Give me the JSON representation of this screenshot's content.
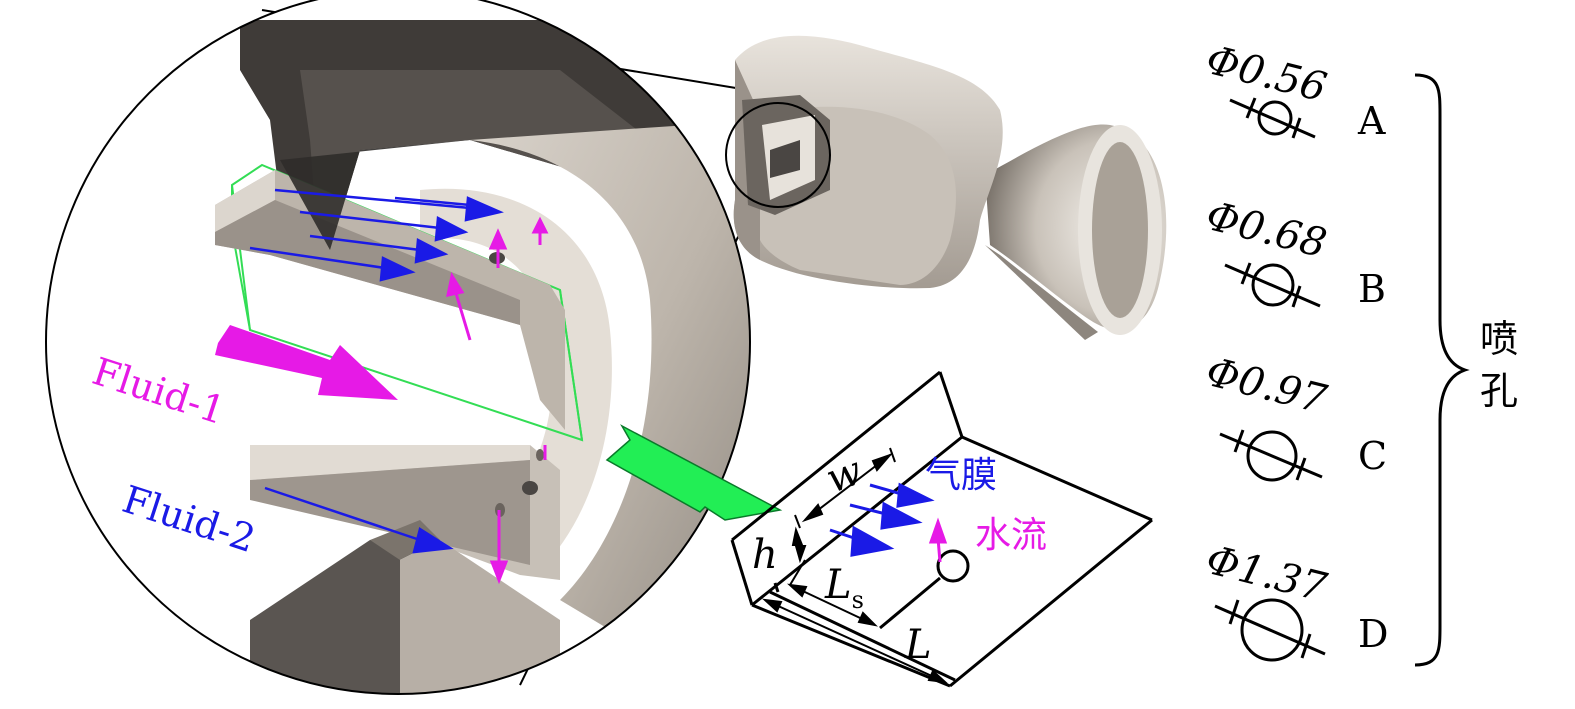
{
  "colors": {
    "fluid_1": "#e61ae6",
    "fluid_2": "#1a1ae6",
    "wireframe": "#33dd55",
    "callout_arrow": "#22ee55",
    "metal_light": "#cfc8bf",
    "metal_dark": "#4a4643"
  },
  "inlet_labels": {
    "fluid_1": "Fluid-1",
    "fluid_2": "Fluid-2"
  },
  "schematic": {
    "dim_w": "w",
    "dim_h": "h",
    "dim_Ls_main": "L",
    "dim_Ls_sub": "s",
    "dim_L": "L",
    "air_film": "气膜",
    "water_flow": "水流"
  },
  "orifices": {
    "items": [
      {
        "diameter": "Φ0.56",
        "letter": "A"
      },
      {
        "diameter": "Φ0.68",
        "letter": "B"
      },
      {
        "diameter": "Φ0.97",
        "letter": "C"
      },
      {
        "diameter": "Φ1.37",
        "letter": "D"
      }
    ],
    "group_label_line1": "喷",
    "group_label_line2": "孔"
  }
}
